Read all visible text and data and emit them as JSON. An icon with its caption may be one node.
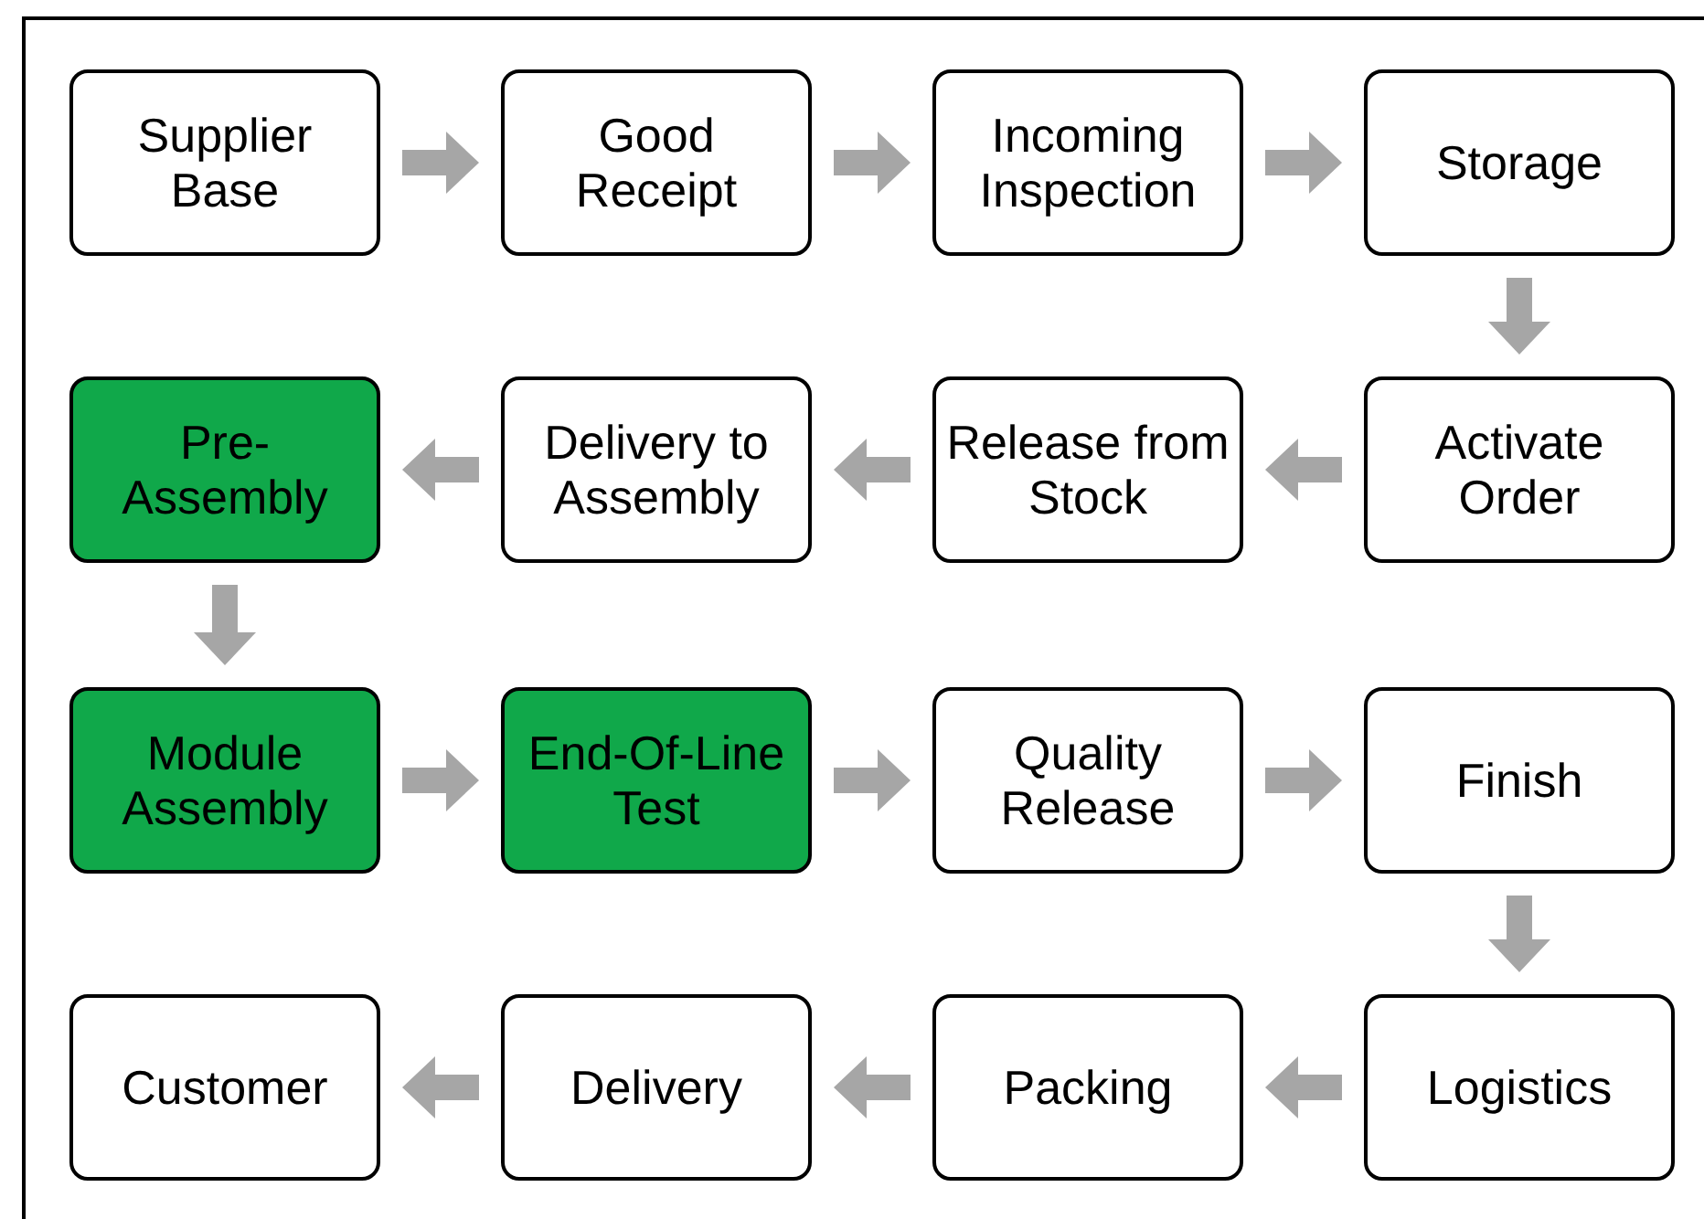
{
  "diagram": {
    "nodes": [
      {
        "text": [
          "Supplier Base"
        ]
      },
      {
        "text": [
          "Good Receipt"
        ]
      },
      {
        "text": [
          "Incoming Inspection"
        ]
      },
      {
        "text": [
          "Storage"
        ]
      },
      {
        "text": [
          "Activate Order"
        ]
      },
      {
        "text": [
          "Release from Stock"
        ]
      },
      {
        "text": [
          "Delivery to Assembly"
        ]
      },
      {
        "text": [
          "Pre-Assembly"
        ]
      },
      {
        "text": [
          "Module Assembly"
        ]
      },
      {
        "text": [
          "End-Of-Line Test"
        ]
      },
      {
        "text": [
          "Quality Release"
        ]
      },
      {
        "text": [
          "Finish"
        ]
      },
      {
        "text": [
          "Logistics"
        ]
      },
      {
        "text": [
          "Packing"
        ]
      },
      {
        "text": [
          "Delivery"
        ]
      },
      {
        "text": [
          "Customer"
        ]
      }
    ],
    "edges": [
      {
        "from": 0,
        "to": 1,
        "arrow": "to"
      },
      {
        "from": 1,
        "to": 2,
        "arrow": "to"
      },
      {
        "from": 2,
        "to": 3,
        "arrow": "to"
      },
      {
        "from": 3,
        "to": 4,
        "arrow": "to"
      },
      {
        "from": 4,
        "to": 5,
        "arrow": "to"
      },
      {
        "from": 5,
        "to": 6,
        "arrow": "to"
      },
      {
        "from": 6,
        "to": 7,
        "arrow": "to"
      },
      {
        "from": 7,
        "to": 8,
        "arrow": "to"
      },
      {
        "from": 8,
        "to": 9,
        "arrow": "to"
      },
      {
        "from": 9,
        "to": 10,
        "arrow": "to"
      },
      {
        "from": 10,
        "to": 11,
        "arrow": "to"
      },
      {
        "from": 11,
        "to": 12,
        "arrow": "to"
      },
      {
        "from": 12,
        "to": 13,
        "arrow": "to"
      },
      {
        "from": 13,
        "to": 14,
        "arrow": "to"
      },
      {
        "from": 14,
        "to": 15,
        "arrow": "to"
      }
    ]
  }
}
